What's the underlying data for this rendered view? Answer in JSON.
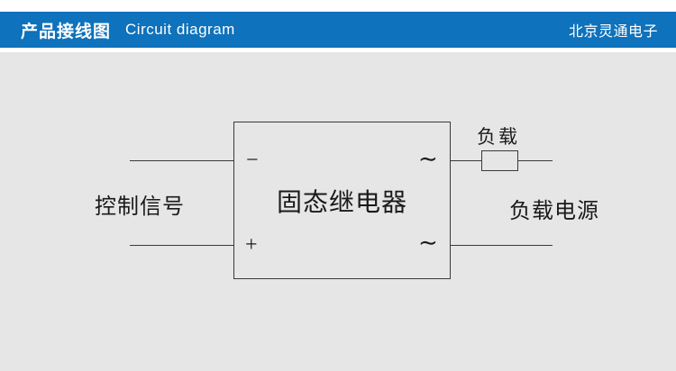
{
  "header": {
    "title_cn": "产品接线图",
    "title_en": "Circuit diagram",
    "company": "北京灵通电子"
  },
  "diagram": {
    "control_signal_label": "控制信号",
    "relay_label": "固态继电器",
    "load_label": "负载",
    "load_power_label": "负载电源",
    "terminals": {
      "minus": "−",
      "plus": "+",
      "ac_top": "∼",
      "ac_bottom": "∼"
    }
  },
  "colors": {
    "header_blue": "#0e72bc",
    "background_gray": "#e6e6e6",
    "line": "#3a3a3a"
  }
}
